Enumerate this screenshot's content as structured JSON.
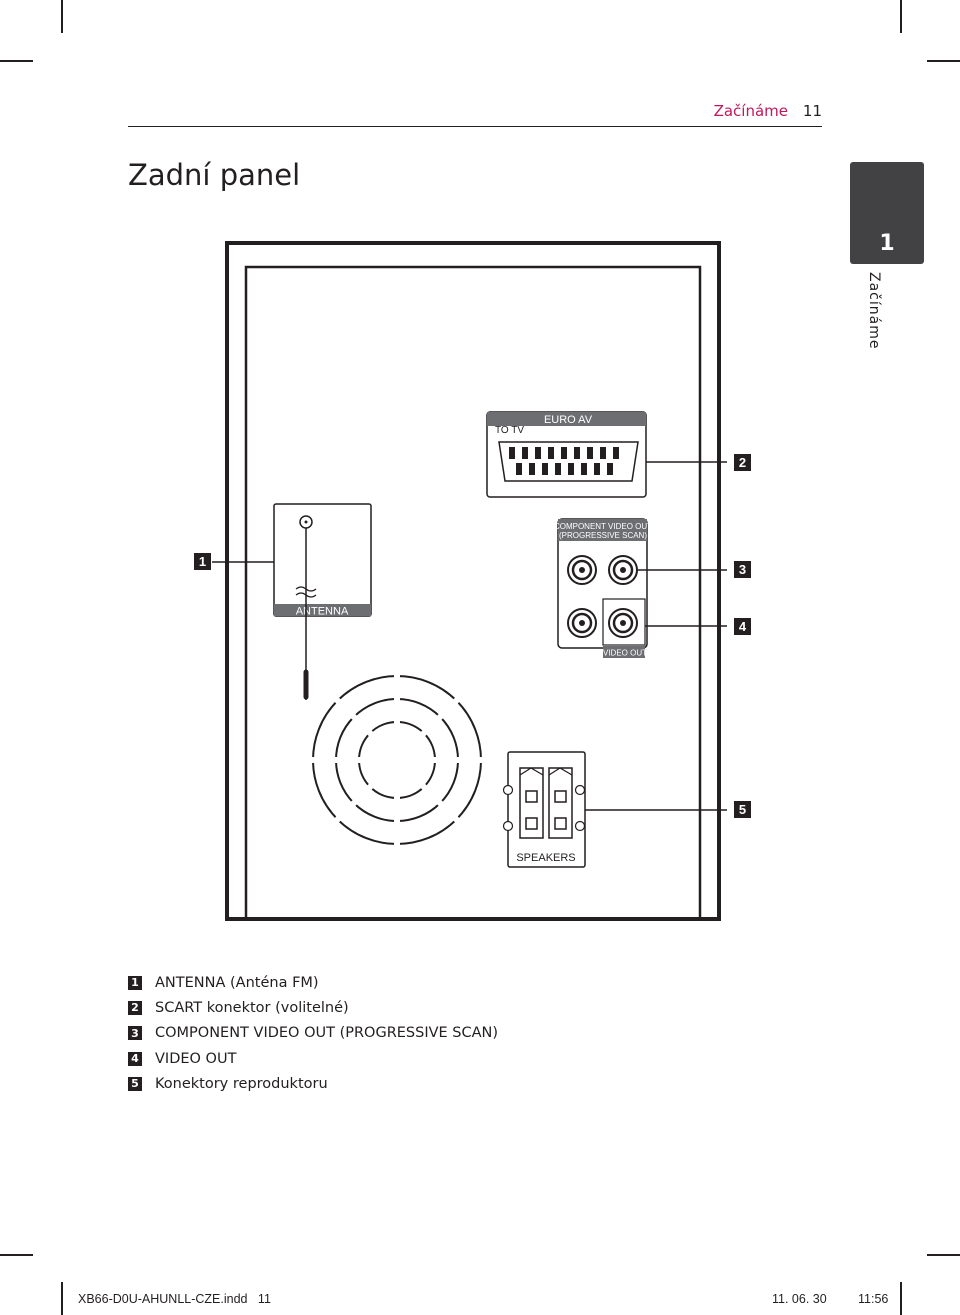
{
  "header": {
    "section": "Začínáme",
    "page_number": "11"
  },
  "page_title": "Zadní panel",
  "side_tab": {
    "number": "1",
    "label": "Začínáme"
  },
  "diagram": {
    "scart_to_tv": "TO TV",
    "scart_label": "EURO AV",
    "component_line1": "COMPONENT VIDEO OUT",
    "component_line2": "(PROGRESSIVE SCAN)",
    "antenna_label": "ANTENNA",
    "video_out_label": "VIDEO OUT",
    "speakers_label": "SPEAKERS",
    "callouts": [
      "1",
      "2",
      "3",
      "4",
      "5"
    ]
  },
  "legend": [
    {
      "num": "1",
      "text": "ANTENNA (Anténa FM)"
    },
    {
      "num": "2",
      "text": "SCART konektor (volitelné)"
    },
    {
      "num": "3",
      "text": "COMPONENT VIDEO OUT (PROGRESSIVE SCAN)"
    },
    {
      "num": "4",
      "text": "VIDEO OUT"
    },
    {
      "num": "5",
      "text": "Konektory reproduktoru"
    }
  ],
  "footer": {
    "file": "XB66-D0U-AHUNLL-CZE.indd   11",
    "date": "11. 06. 30",
    "time": "11:56"
  }
}
